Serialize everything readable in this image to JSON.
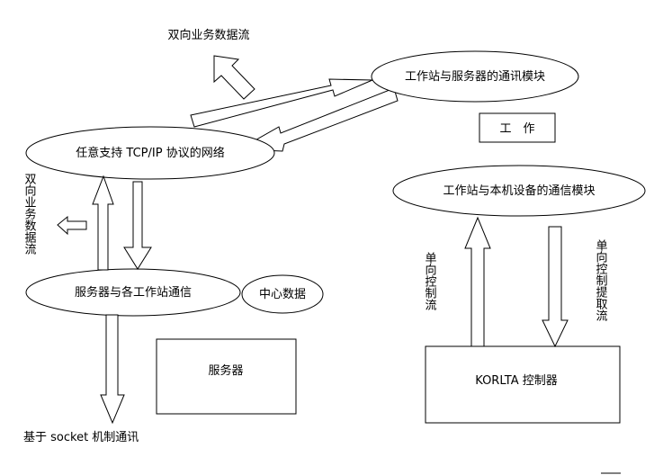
{
  "diagram": {
    "nodes": {
      "workstation_server_comm": "工作站与服务器的通讯模块",
      "tcpip_network": "任意支持 TCP/IP 协议的网络",
      "workstation_local_comm": "工作站与本机设备的通信模块",
      "server_workstation_comm": "服务器与各工作站通信",
      "central_data": "中心数据",
      "server": "服务器",
      "work": "工　作",
      "korlta_controller": "KORLTA 控制器"
    },
    "labels": {
      "bidirectional_flow_top": "双向业务数据流",
      "bidirectional_flow_left": "双向业务数据流",
      "socket_comm": "基于 socket 机制通讯",
      "single_control_flow": "单向控制流",
      "single_control_extract_flow": "单向控制提取流"
    }
  }
}
